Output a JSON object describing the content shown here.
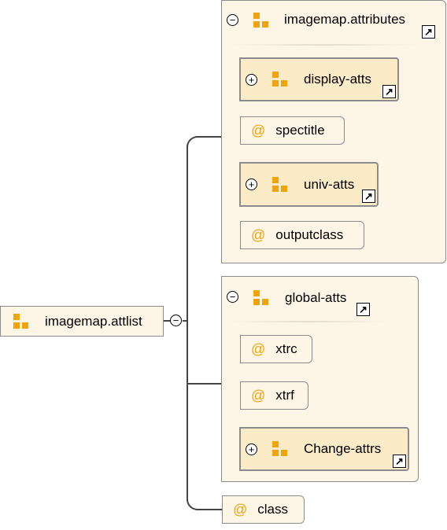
{
  "root": {
    "label": "imagemap.attlist",
    "icon": "attribute-group-icon",
    "expanded": true
  },
  "groups": [
    {
      "label": "imagemap.attributes",
      "icon": "attribute-group-icon",
      "expanded": true,
      "children": [
        {
          "type": "attribute-group-ref",
          "label": "display-atts",
          "icon": "attribute-group-icon",
          "collapsed": true
        },
        {
          "type": "attribute",
          "label": "spectitle",
          "icon": "@"
        },
        {
          "type": "attribute-group-ref",
          "label": "univ-atts",
          "icon": "attribute-group-icon",
          "collapsed": true
        },
        {
          "type": "attribute",
          "label": "outputclass",
          "icon": "@"
        }
      ]
    },
    {
      "label": "global-atts",
      "icon": "attribute-group-icon",
      "expanded": true,
      "children": [
        {
          "type": "attribute",
          "label": "xtrc",
          "icon": "@"
        },
        {
          "type": "attribute",
          "label": "xtrf",
          "icon": "@"
        },
        {
          "type": "attribute-group-ref",
          "label": "Change-attrs",
          "icon": "attribute-group-icon",
          "collapsed": true
        }
      ]
    }
  ],
  "attributes": [
    {
      "label": "class",
      "icon": "@"
    }
  ],
  "glyphs": {
    "at": "@",
    "minus": "−",
    "plus": "+",
    "link_arrow": "↗"
  },
  "colors": {
    "accent": "#f0a30a",
    "node_fill": "#fdf5e6",
    "ref_fill": "#fbebc7",
    "border": "#8c8c8c",
    "connector": "#444444"
  }
}
